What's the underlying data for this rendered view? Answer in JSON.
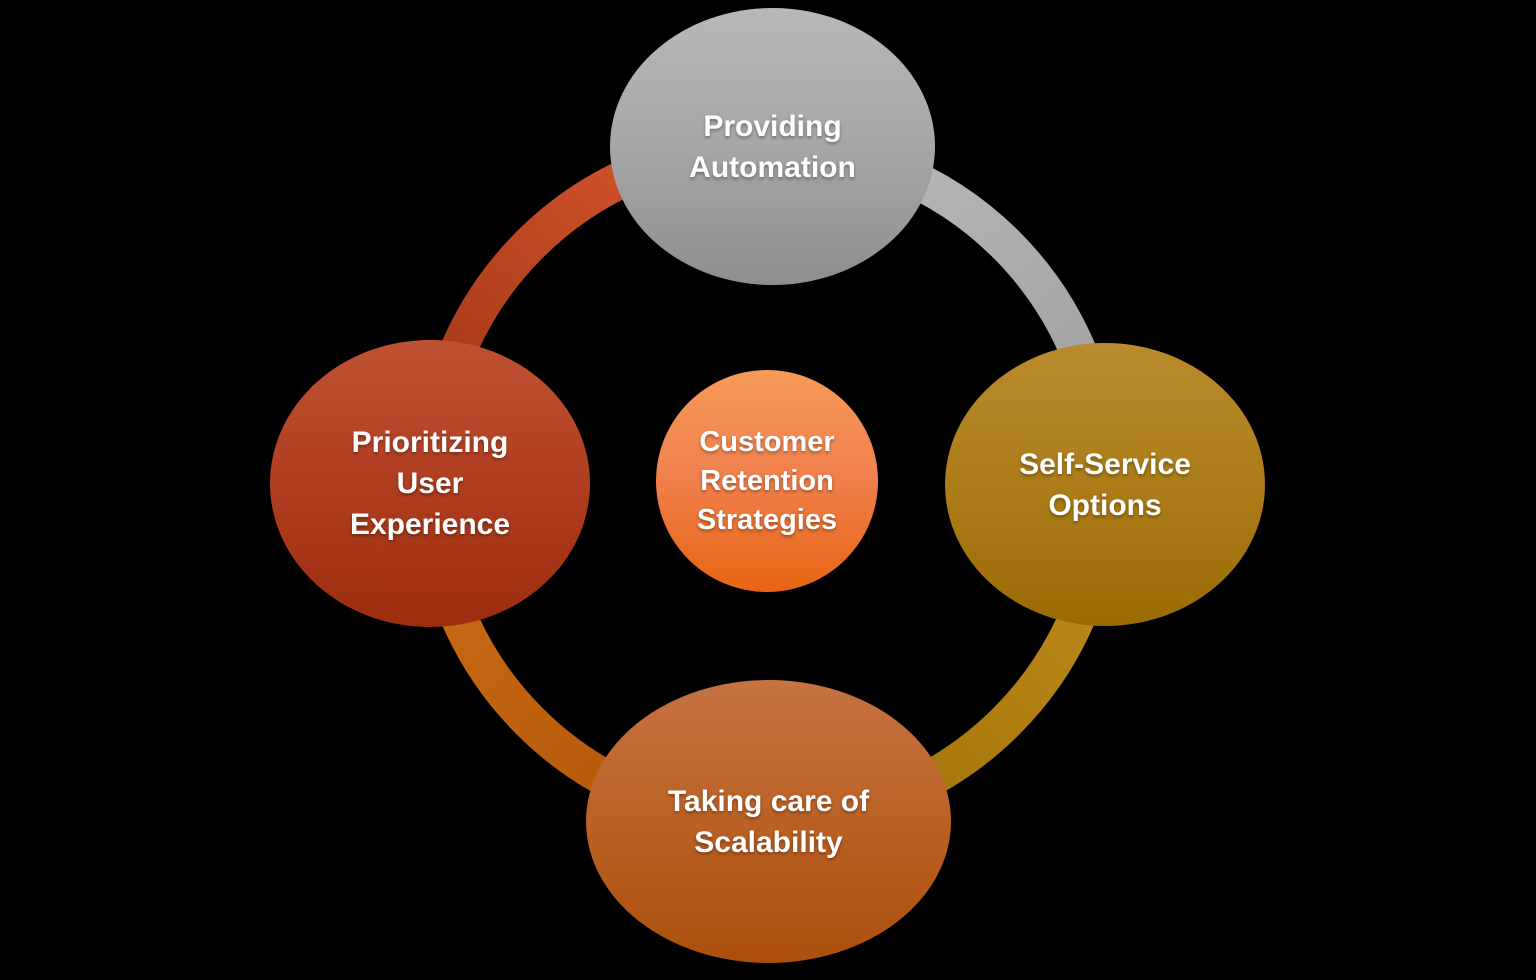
{
  "diagram": {
    "type": "cycle-diagram",
    "background_color": "#000000",
    "text_color": "#ffffff",
    "center": {
      "label": "Customer Retention Strategies",
      "lines": [
        "Customer",
        "Retention",
        "Strategies"
      ],
      "fill_from": "#f79a57",
      "fill_to": "#e86414"
    },
    "nodes": [
      {
        "position": "top",
        "label": "Providing Automation",
        "lines": [
          "Providing",
          "Automation"
        ],
        "fill_from": "#b8b8b8",
        "fill_to": "#8e8e8e"
      },
      {
        "position": "right",
        "label": "Self-Service Options",
        "lines": [
          "Self-Service",
          "Options"
        ],
        "fill_from": "#ba8b2e",
        "fill_to": "#9a6a05"
      },
      {
        "position": "bottom",
        "label": "Taking care of Scalability",
        "lines": [
          "Taking care of",
          "Scalability"
        ],
        "fill_from": "#c67342",
        "fill_to": "#ab4f0b"
      },
      {
        "position": "left",
        "label": "Prioritizing User Experience",
        "lines": [
          "Prioritizing",
          "User",
          "Experience"
        ],
        "fill_from": "#bf5133",
        "fill_to": "#9c2d0e"
      }
    ],
    "connectors": [
      {
        "name": "arc-left-to-top",
        "from": "#9b3312",
        "to": "#d5562d"
      },
      {
        "name": "arc-top-to-right",
        "from": "#bababa",
        "to": "#9e9e9e"
      },
      {
        "name": "arc-right-to-bottom",
        "from": "#bd8c1c",
        "to": "#9f6e06"
      },
      {
        "name": "arc-bottom-to-left",
        "from": "#af5408",
        "to": "#ca6c15"
      }
    ]
  }
}
